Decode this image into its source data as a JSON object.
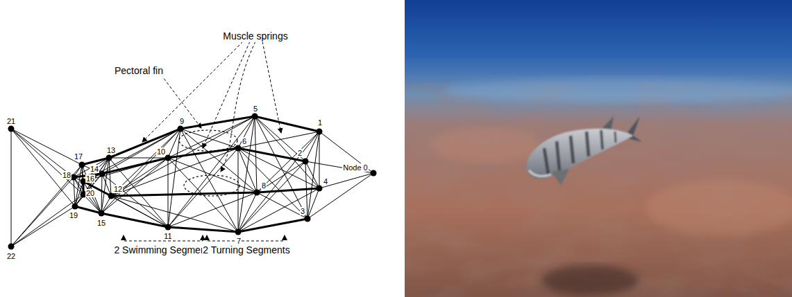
{
  "diagram": {
    "labels": [
      "Muscle springs",
      "Pectoral fin",
      "21",
      "17",
      "13",
      "9",
      "5",
      "1",
      "2",
      "Node 0",
      "4",
      "14",
      "16",
      "18",
      "10",
      "6",
      "20",
      "12",
      "8",
      "19",
      "15",
      "11",
      "7",
      "3",
      "22",
      "2 Swimming Segments",
      "2 Turning Segments"
    ]
  }
}
